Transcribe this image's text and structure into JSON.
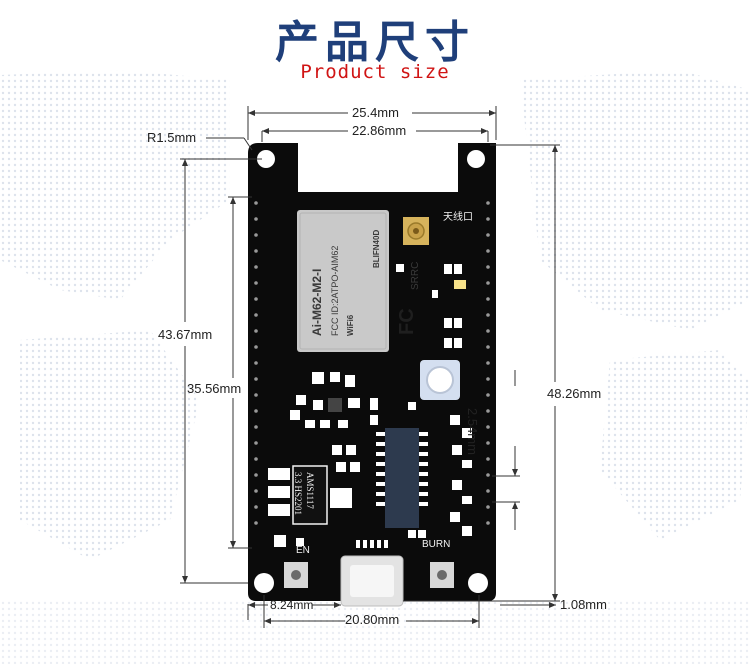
{
  "header": {
    "title_cn": "产品尺寸",
    "title_en": "Product size"
  },
  "dimensions": {
    "width_outer": "25.4mm",
    "width_inner": "22.86mm",
    "corner_radius": "R1.5mm",
    "height_left_outer": "43.67mm",
    "height_left_inner": "35.56mm",
    "pin_pitch": "2.54mm",
    "height_total": "48.26mm",
    "bottom_left_offset": "8.24mm",
    "bottom_span": "20.80mm",
    "bottom_right_offset": "1.08mm"
  },
  "board": {
    "antenna_label": "天线口",
    "en_label": "EN",
    "burn_label": "BURN",
    "regulator_line1": "AMS1117",
    "regulator_line2": "3.3  HS2201",
    "colors": {
      "pcb": "#0b0b0b",
      "module": "#c9c9c9",
      "silk": "#f2f2f2",
      "dimension_line": "#333333"
    }
  },
  "module": {
    "model": "Ai-M62-M2-I",
    "fcc_id": "FCC ID:2ATPO-AIM62",
    "code": "BLIFN40D",
    "wifi": "WiFi6",
    "srrc": "SRRC",
    "fcc_logo": "FC"
  }
}
